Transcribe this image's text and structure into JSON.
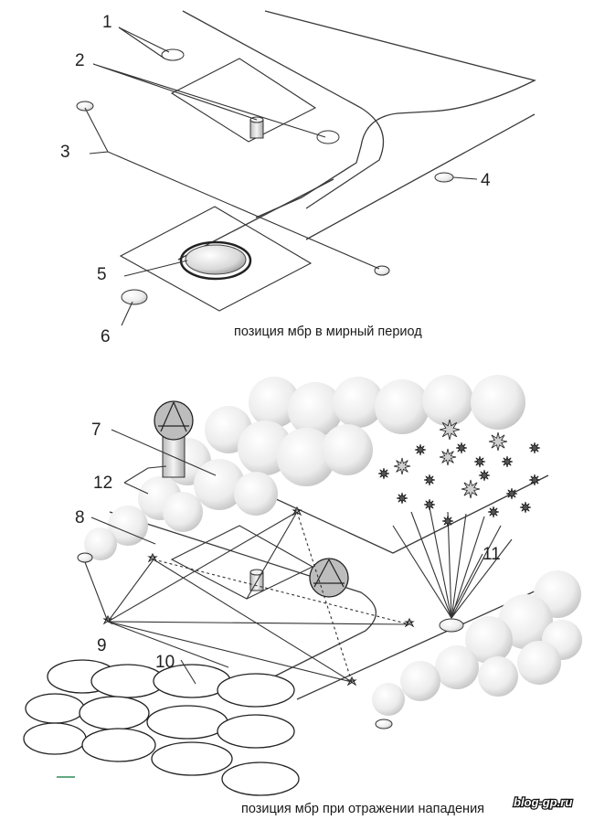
{
  "top_panel": {
    "caption": "позиция мбр в мирный период",
    "labels": [
      "1",
      "2",
      "3",
      "4",
      "5",
      "6"
    ]
  },
  "bottom_panel": {
    "caption": "позиция мбр при отражении нападения",
    "labels": [
      "7",
      "12",
      "8",
      "9",
      "10",
      "11"
    ]
  },
  "watermark": "blog-gp.ru",
  "colors": {
    "line": "#333333",
    "cloud": "#e6e6e6",
    "background": "#ffffff"
  }
}
